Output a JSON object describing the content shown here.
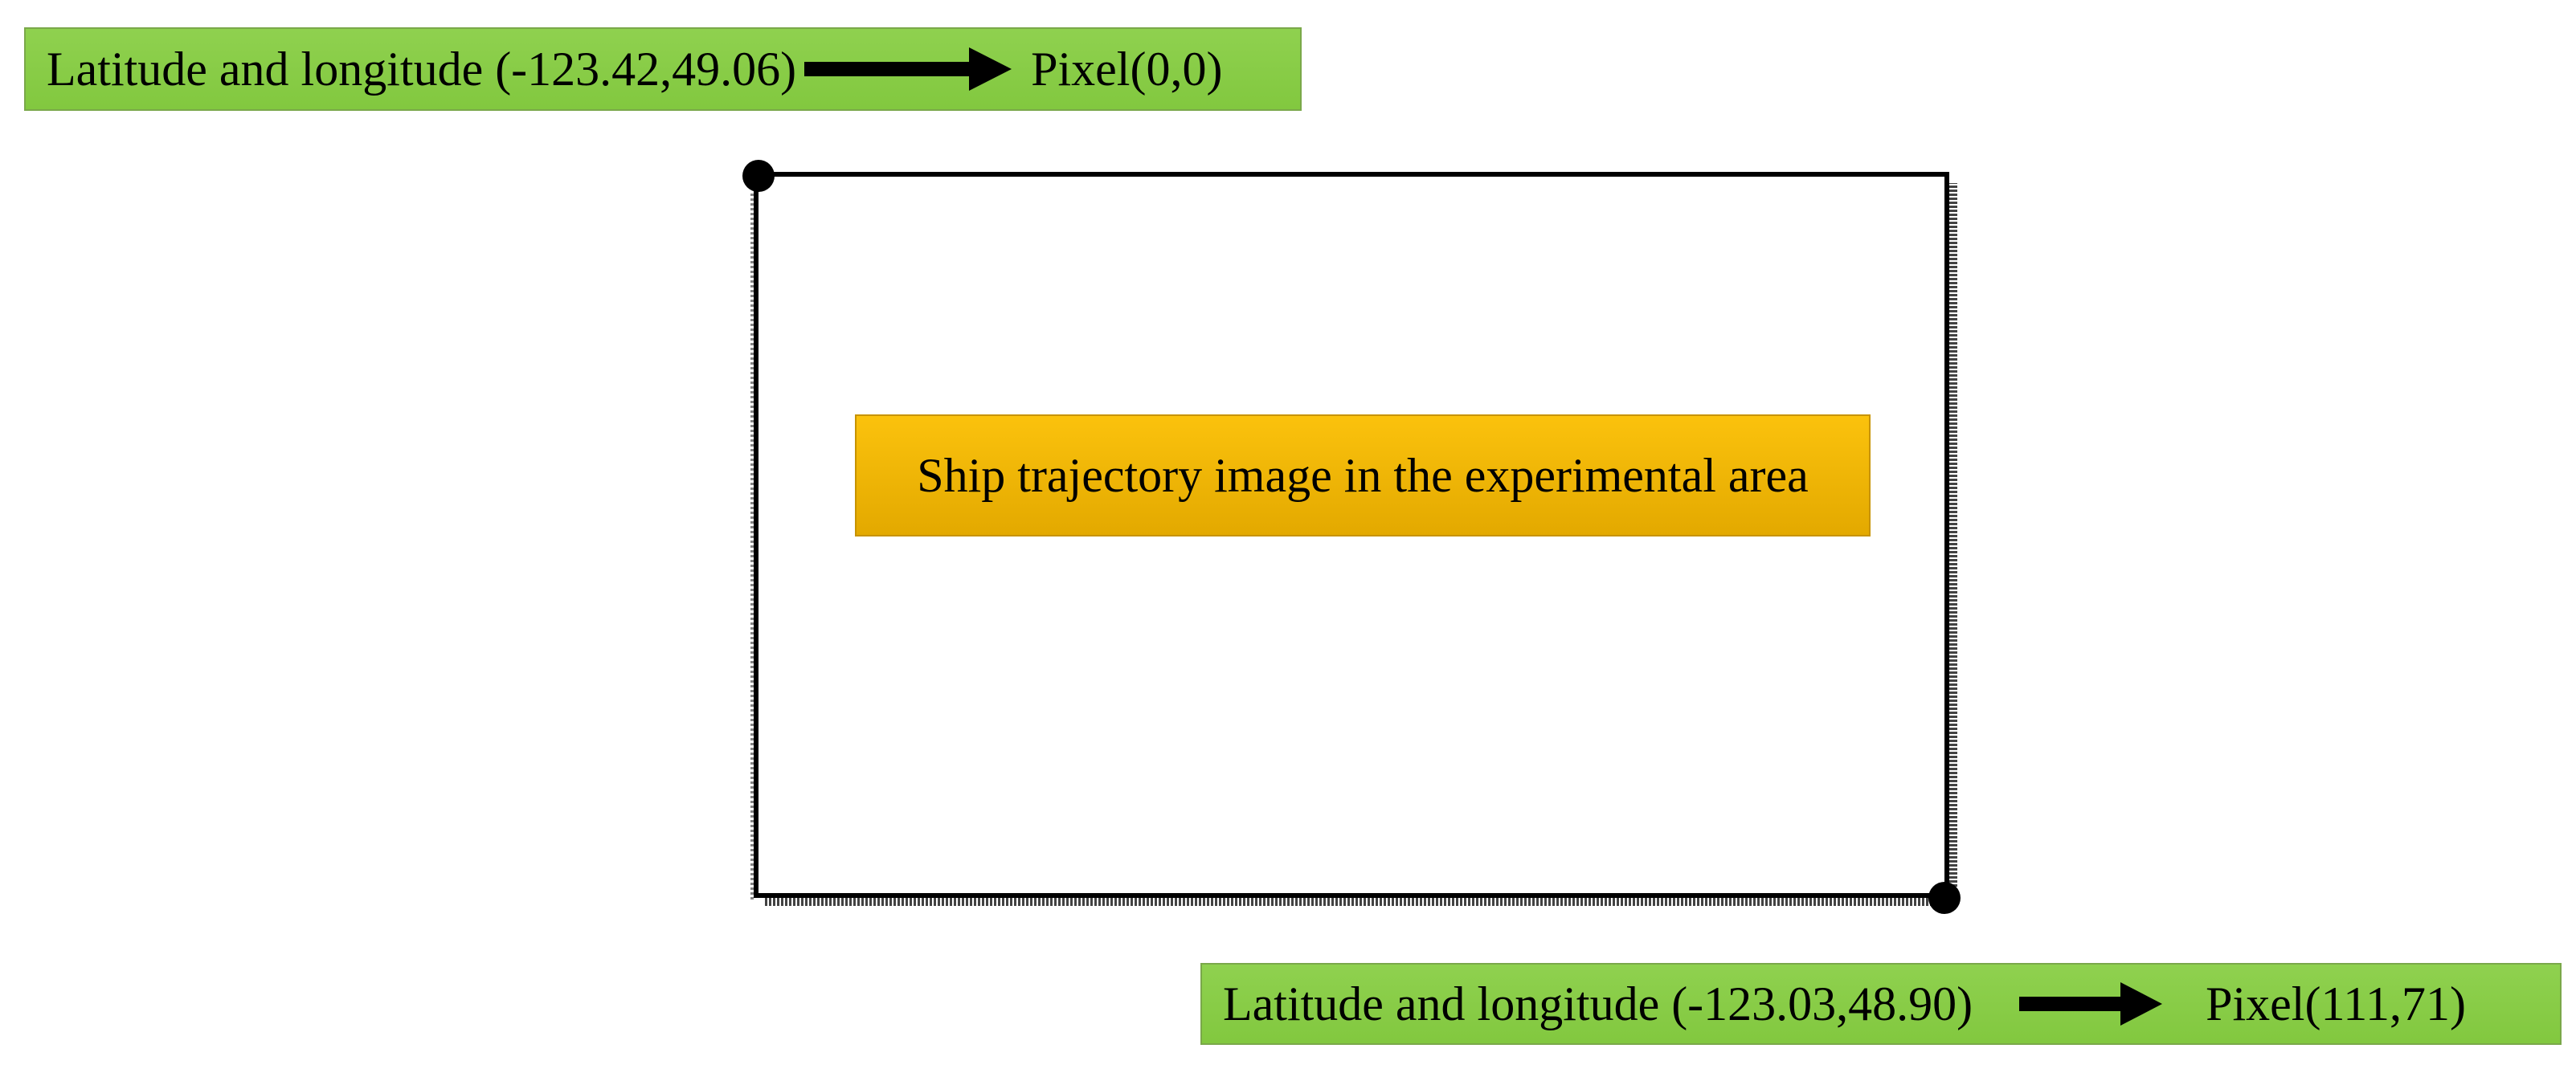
{
  "top_mapping": {
    "coord_label": "Latitude and longitude (-123.42,49.06)",
    "pixel_label": "Pixel(0,0)"
  },
  "bottom_mapping": {
    "coord_label": "Latitude and longitude (-123.03,48.90)",
    "pixel_label": "Pixel(111,71)"
  },
  "center_caption": "Ship trajectory image in the experimental area",
  "colors": {
    "green_box": "#8fd14f",
    "caption_box": "#f5b800",
    "frame": "#000000"
  },
  "icons": [
    "arrow-right-icon",
    "corner-marker-icon"
  ]
}
